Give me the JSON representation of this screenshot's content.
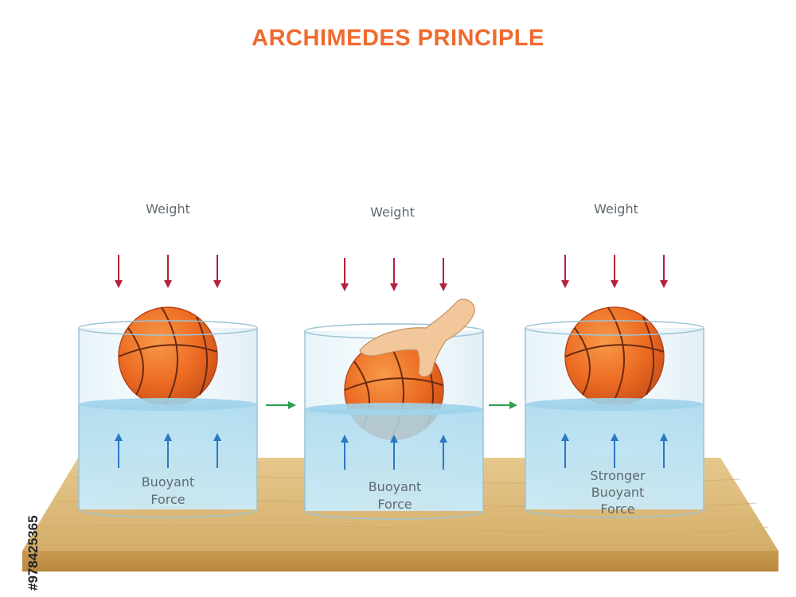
{
  "title": "ARCHIMEDES PRINCIPLE",
  "stock_id": "#978425365",
  "colors": {
    "title": "#ef6a2e",
    "weight_arrow": "#b3223a",
    "buoyant_arrow": "#2b78c2",
    "step_arrow": "#2e9e4f",
    "water": "#a9d9ee",
    "ball": "#ec6b22",
    "table": "#d9b574"
  },
  "panels": [
    {
      "weight_label": "Weight",
      "buoyant_lines": [
        "Buoyant",
        "Force"
      ],
      "state": "floating"
    },
    {
      "weight_label": "Weight",
      "buoyant_lines": [
        "Buoyant",
        "Force"
      ],
      "state": "pushed-down"
    },
    {
      "weight_label": "Weight",
      "buoyant_lines": [
        "Stronger",
        "Buoyant",
        "Force"
      ],
      "state": "floating"
    }
  ]
}
